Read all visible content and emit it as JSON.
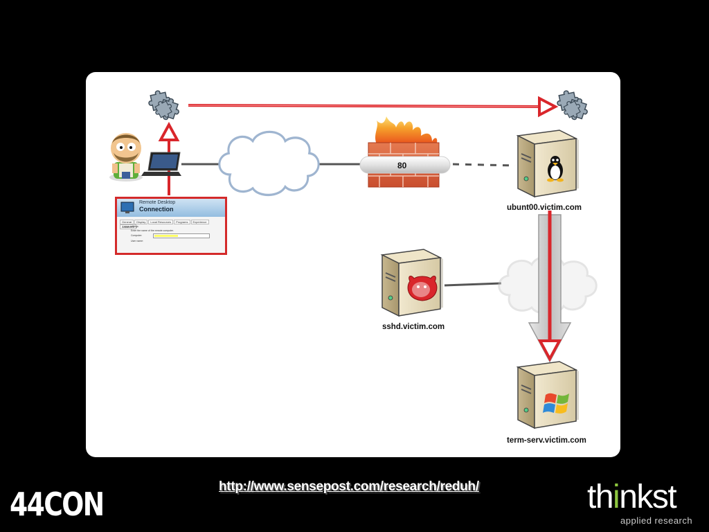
{
  "diagram": {
    "nodes": {
      "ubuntu": "ubunt00.victim.com",
      "sshd": "sshd.victim.com",
      "term_serv": "term-serv.victim.com"
    },
    "firewall_port": "80",
    "rdp_dialog": {
      "title_small": "Remote Desktop",
      "title_large": "Connection",
      "tabs": [
        "General",
        "Display",
        "Local Resources",
        "Programs",
        "Experience",
        "Advanced"
      ],
      "logon_settings": "Logon settings",
      "prompt": "Enter the name of the remote computer.",
      "computer_label": "Computer:",
      "user_label": "User name:"
    },
    "os_icons": [
      "linux-tux-icon",
      "freebsd-daemon-icon",
      "windows-logo-icon"
    ],
    "colors": {
      "arrow_red": "#d9262b",
      "cloud_blue": "#9fb5d0",
      "firewall_brick": "#d85a3a"
    }
  },
  "footer": {
    "url": "http://www.sensepost.com/research/reduh/",
    "conference": "44CON",
    "brand_pre": "th",
    "brand_hl": "i",
    "brand_post": "nkst",
    "tagline": "applied research"
  }
}
